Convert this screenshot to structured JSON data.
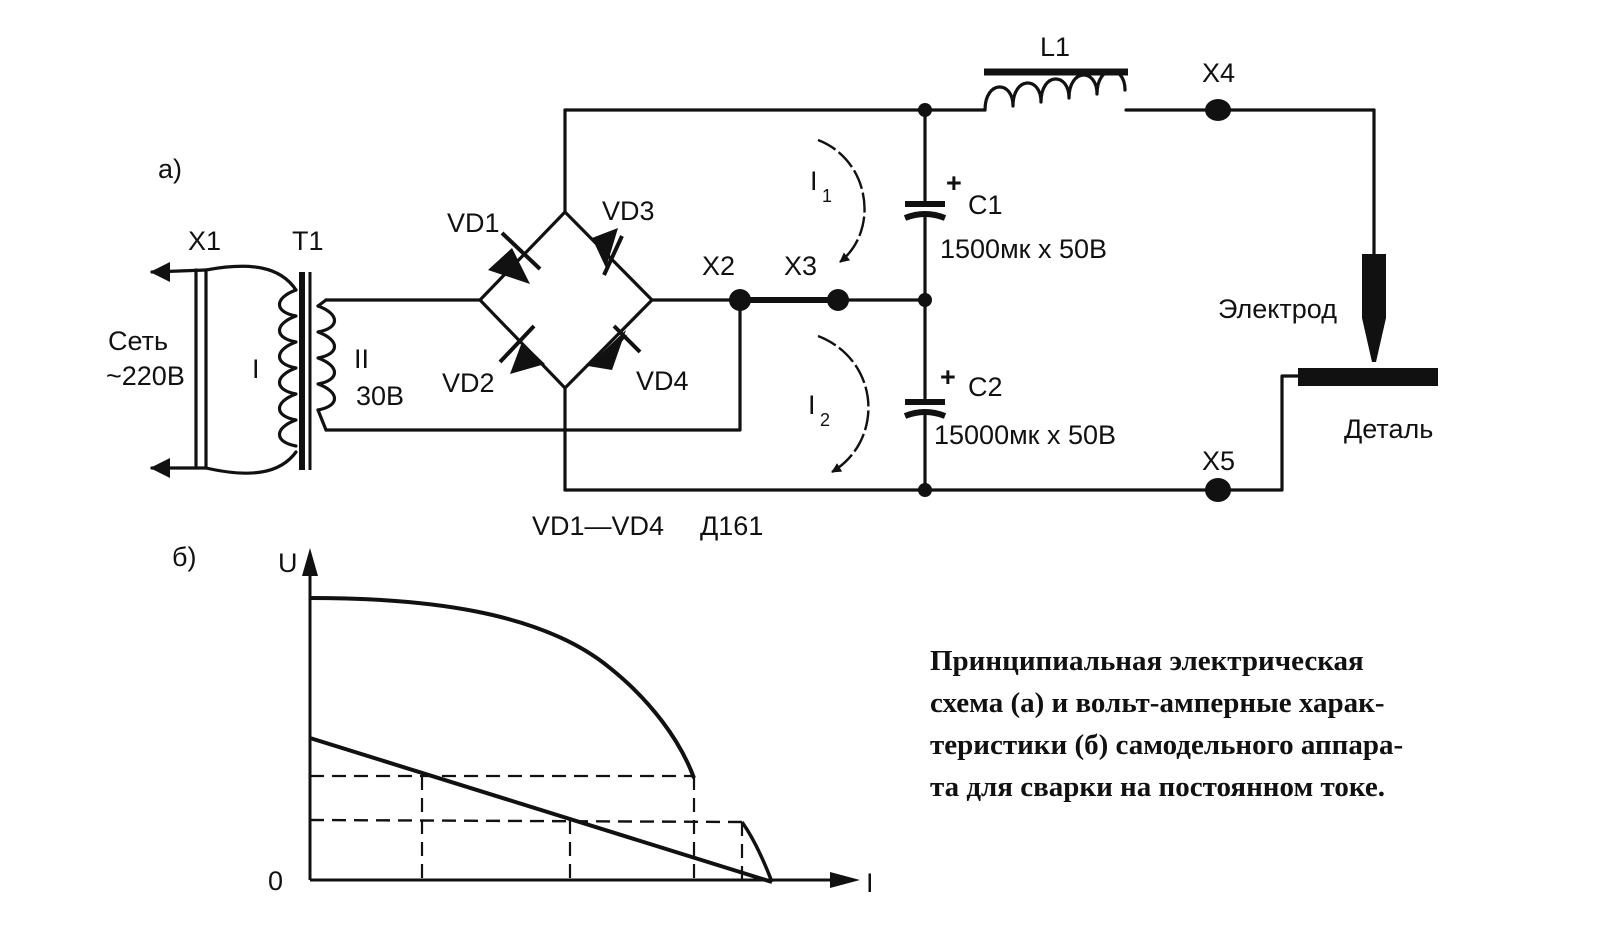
{
  "figure": {
    "panel_a": "а)",
    "panel_b": "б)",
    "labels": {
      "x1": "X1",
      "t1": "T1",
      "winding_1": "I",
      "winding_2": "II",
      "winding_2_voltage": "30В",
      "mains_1": "Сеть",
      "mains_2": "~220В",
      "vd1": "VD1",
      "vd2": "VD2",
      "vd3": "VD3",
      "vd4": "VD4",
      "x2": "X2",
      "x3": "X3",
      "x4": "X4",
      "x5": "X5",
      "l1": "L1",
      "c1": "C1",
      "c1_value": "1500мк  х 50В",
      "c2": "C2",
      "c2_value": "15000мк х 50В",
      "i1": "I",
      "i1_sub": "1",
      "i2": "I",
      "i2_sub": "2",
      "electrode": "Электрод",
      "detail": "Деталь",
      "diodes_type_1": "VD1—VD4",
      "diodes_type_2": "Д161",
      "plus": "+"
    },
    "graph": {
      "y_axis": "U",
      "x_axis": "I",
      "origin": "0"
    },
    "caption": [
      "Принципиальная электрическая",
      "схема (а) и вольт-амперные харак-",
      "теристики (б) самодельного аппара-",
      "та для сварки на постоянном токе."
    ]
  }
}
